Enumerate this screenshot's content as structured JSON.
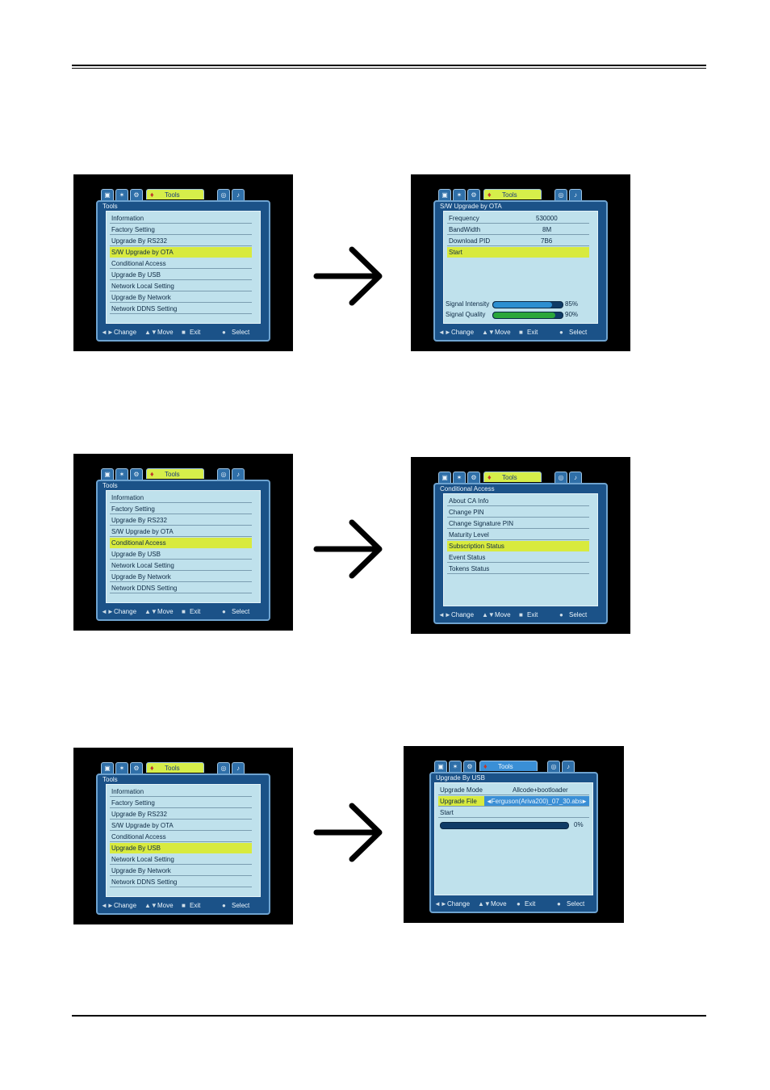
{
  "tabs": {
    "active_label": "Tools"
  },
  "footer": {
    "change": "Change",
    "move": "Move",
    "exit": "Exit",
    "select": "Select"
  },
  "tools_menu": {
    "title": "Tools",
    "items": [
      "Information",
      "Factory Setting",
      "Upgrade By RS232",
      "S/W Upgrade by OTA",
      "Conditional Access",
      "Upgrade By USB",
      "Network Local Setting",
      "Upgrade By Network",
      "Network DDNS Setting"
    ]
  },
  "ota": {
    "title": "S/W Upgrade by OTA",
    "rows": [
      {
        "label": "Frequency",
        "value": "530000"
      },
      {
        "label": "BandWidth",
        "value": "8M"
      },
      {
        "label": "Download PID",
        "value": "7B6"
      },
      {
        "label": "Start",
        "value": ""
      }
    ],
    "signal_intensity_label": "Signal Intensity",
    "signal_intensity_value": "85%",
    "signal_intensity": 0.85,
    "signal_quality_label": "Signal Quality",
    "signal_quality_value": "90%",
    "signal_quality": 0.9,
    "intensity_color": "#2d8fd0",
    "quality_color": "#2aa63a"
  },
  "ca": {
    "title": "Conditional Access",
    "items": [
      "About CA Info",
      "Change PIN",
      "Change Signature PIN",
      "Maturity Level",
      "Subscription Status",
      "Event Status",
      "Tokens Status"
    ]
  },
  "usb": {
    "title": "Upgrade By USB",
    "mode_label": "Upgrade Mode",
    "mode_value": "Allcode+bootloader",
    "file_label": "Upgrade File",
    "file_value": "Ferguson(Ariva200)_07_30.abs",
    "start_label": "Start",
    "progress_value": "0%",
    "progress": 0
  },
  "colors": {
    "panel": "#1b5288",
    "list": "#bfe1ec",
    "highlight": "#d8ea3e"
  }
}
